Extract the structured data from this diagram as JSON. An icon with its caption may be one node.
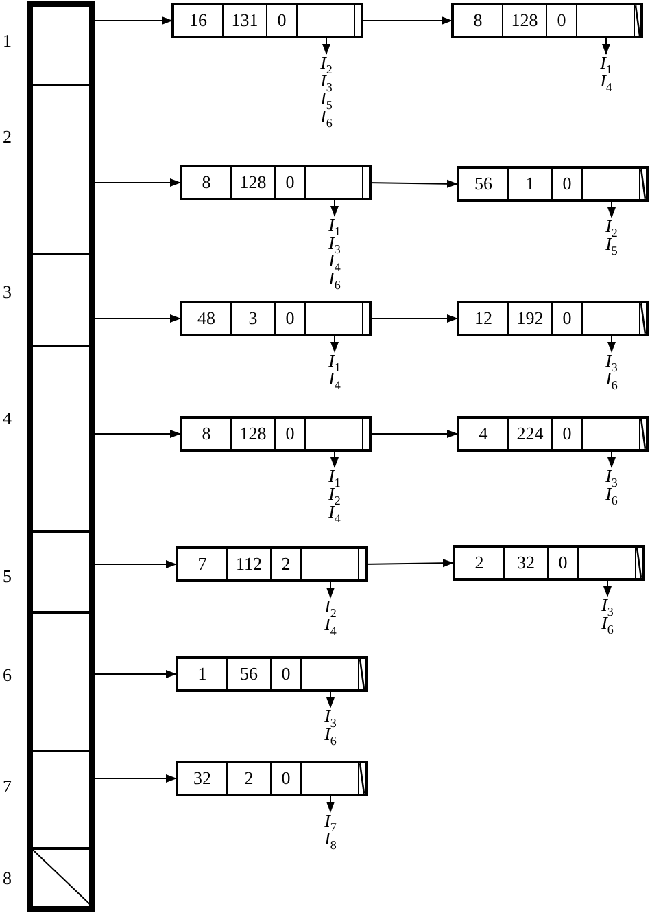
{
  "diagram": {
    "nodes": [
      {
        "text": [],
        "shape": "box",
        "beside": [
          "1"
        ]
      },
      {
        "text": [],
        "shape": "box",
        "beside": [
          "2"
        ]
      },
      {
        "text": [],
        "shape": "box",
        "beside": [
          "3"
        ]
      },
      {
        "text": [],
        "shape": "box",
        "beside": [
          "4"
        ]
      },
      {
        "text": [],
        "shape": "box",
        "beside": [
          "5"
        ]
      },
      {
        "text": [],
        "shape": "box",
        "beside": [
          "6"
        ]
      },
      {
        "text": [],
        "shape": "box",
        "beside": [
          "7"
        ]
      },
      {
        "text": [],
        "shape": "box",
        "beside": [
          "8"
        ]
      },
      {
        "text": [
          "16",
          "131",
          "0"
        ]
      },
      {
        "text": [
          "I$_{2}$",
          "I$_{3}$",
          "I$_{5}$",
          "I$_{6}$"
        ]
      },
      {
        "text": [
          "8",
          "128",
          "0"
        ]
      },
      {
        "text": [
          "I$_{1}$",
          "I$_{4}$"
        ]
      },
      {
        "text": [
          "8",
          "128",
          "0"
        ]
      },
      {
        "text": [
          "I$_{1}$",
          "I$_{3}$",
          "I$_{4}$",
          "I$_{6}$"
        ]
      },
      {
        "text": [
          "56",
          "1",
          "0"
        ]
      },
      {
        "text": [
          "I$_{2}$",
          "I$_{5}$"
        ]
      },
      {
        "text": [
          "48",
          "3",
          "0"
        ]
      },
      {
        "text": [
          "I$_{1}$",
          "I$_{4}$"
        ]
      },
      {
        "text": [
          "12",
          "192",
          "0"
        ]
      },
      {
        "text": [
          "I$_{3}$",
          "I$_{6}$"
        ]
      },
      {
        "text": [
          "8",
          "128",
          "0"
        ]
      },
      {
        "text": [
          "I$_{1}$",
          "I$_{2}$",
          "I$_{4}$"
        ]
      },
      {
        "text": [
          "4",
          "224",
          "0"
        ]
      },
      {
        "text": [
          "I$_{3}$",
          "I$_{6}$"
        ]
      },
      {
        "text": [
          "7",
          "112",
          "2"
        ]
      },
      {
        "text": [
          "I$_{2}$",
          "I$_{4}$"
        ]
      },
      {
        "text": [
          "2",
          "32",
          "0"
        ]
      },
      {
        "text": [
          "I$_{3}$",
          "I$_{6}$"
        ]
      },
      {
        "text": [
          "1",
          "56",
          "0"
        ]
      },
      {
        "text": [
          "I$_{3}$",
          "I$_{6}$"
        ]
      },
      {
        "text": [
          "32",
          "2",
          "0"
        ]
      },
      {
        "text": [
          "I$_{7}$",
          "I$_{8}$"
        ]
      }
    ],
    "edges": [
      {
        "from": 0,
        "to": 8,
        "arrow": "to"
      },
      {
        "from": 8,
        "to": 10,
        "arrow": "to"
      },
      {
        "from": 8,
        "to": 9,
        "arrow": "to"
      },
      {
        "from": 10,
        "to": 11,
        "arrow": "to"
      },
      {
        "from": 1,
        "to": 12,
        "arrow": "to"
      },
      {
        "from": 12,
        "to": 14,
        "arrow": "to"
      },
      {
        "from": 12,
        "to": 13,
        "arrow": "to"
      },
      {
        "from": 14,
        "to": 15,
        "arrow": "to"
      },
      {
        "from": 2,
        "to": 16,
        "arrow": "to"
      },
      {
        "from": 16,
        "to": 18,
        "arrow": "to"
      },
      {
        "from": 16,
        "to": 17,
        "arrow": "to"
      },
      {
        "from": 18,
        "to": 19,
        "arrow": "to"
      },
      {
        "from": 3,
        "to": 20,
        "arrow": "to"
      },
      {
        "from": 20,
        "to": 22,
        "arrow": "to"
      },
      {
        "from": 20,
        "to": 21,
        "arrow": "to"
      },
      {
        "from": 22,
        "to": 23,
        "arrow": "to"
      },
      {
        "from": 4,
        "to": 24,
        "arrow": "to"
      },
      {
        "from": 24,
        "to": 26,
        "arrow": "to"
      },
      {
        "from": 24,
        "to": 25,
        "arrow": "to"
      },
      {
        "from": 26,
        "to": 27,
        "arrow": "to"
      },
      {
        "from": 5,
        "to": 28,
        "arrow": "to"
      },
      {
        "from": 28,
        "to": 29,
        "arrow": "to"
      },
      {
        "from": 6,
        "to": 30,
        "arrow": "to"
      },
      {
        "from": 30,
        "to": 31,
        "arrow": "to"
      }
    ]
  }
}
